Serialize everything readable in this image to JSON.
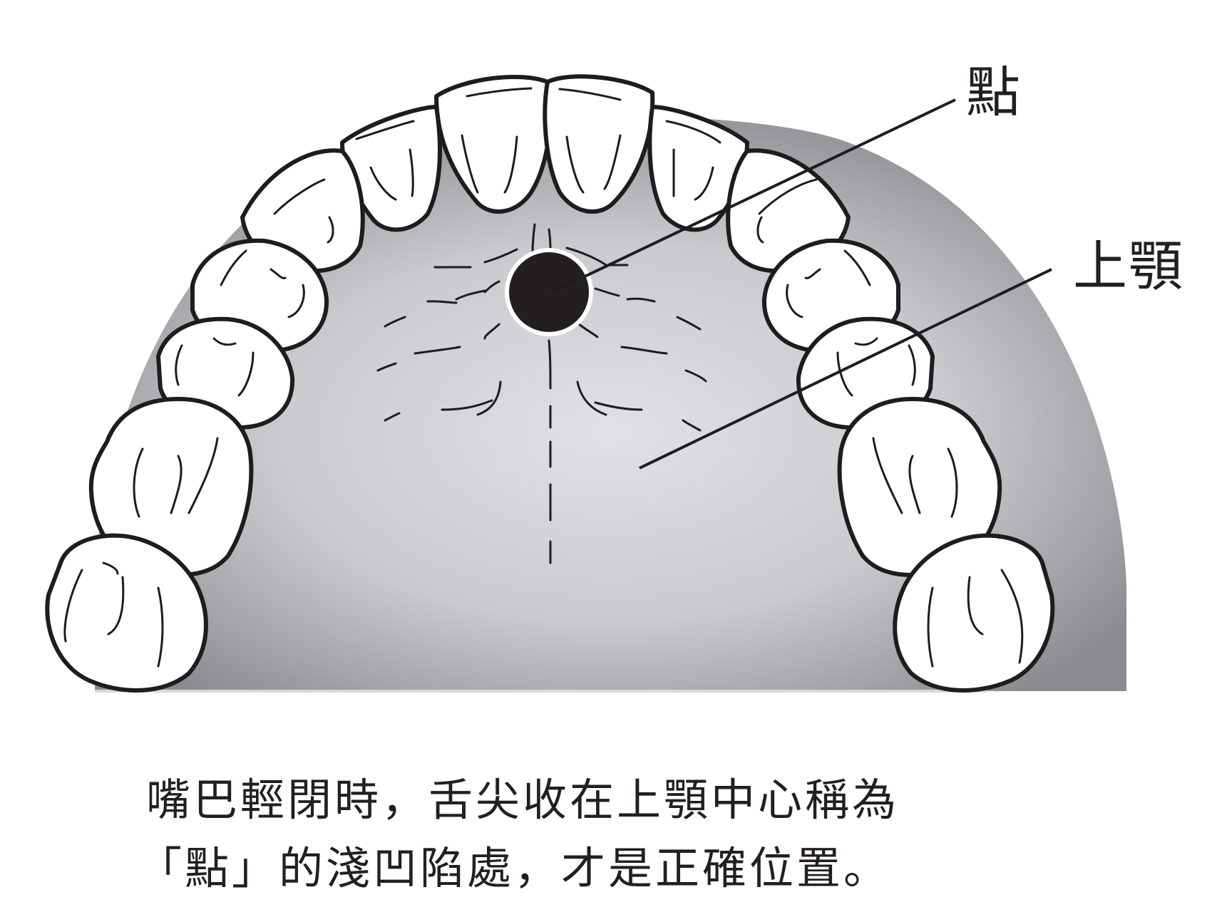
{
  "diagram": {
    "type": "anatomical-illustration",
    "subject": "upper dental arch and palate",
    "labels": {
      "point": "點",
      "palate": "上顎"
    },
    "colors": {
      "palate_center": "#dcdde0",
      "palate_edge": "#8e8f94",
      "tooth_fill": "#ffffff",
      "outline": "#1e1c1d",
      "dot": "#231f20",
      "dot_ring": "#ffffff"
    }
  },
  "caption": {
    "line1": "嘴巴輕閉時，舌尖收在上顎中心稱為",
    "line2": "「點」的淺凹陷處，才是正確位置。"
  }
}
